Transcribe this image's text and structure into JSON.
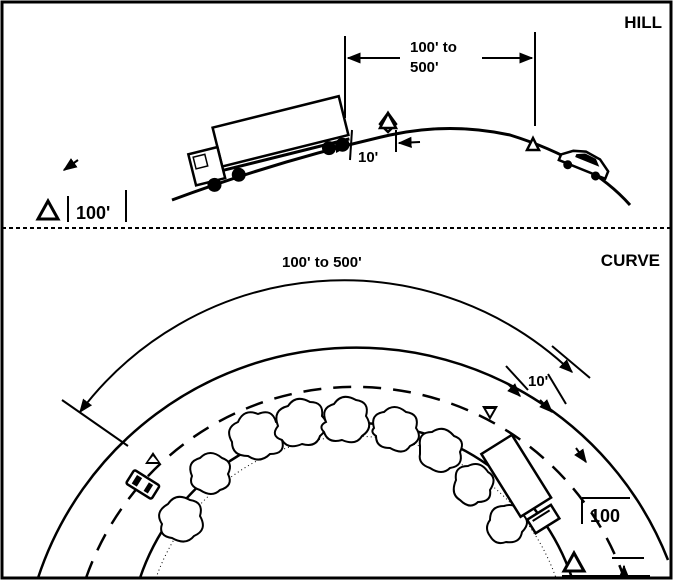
{
  "hill": {
    "title": "HILL",
    "distance_label_line1": "100' to",
    "distance_label_line2": "500'",
    "gap_label": "10'",
    "behind_label": "100'"
  },
  "curve": {
    "title": "CURVE",
    "distance_label": "100' to 500'",
    "gap_label": "10'",
    "behind_label": "100"
  }
}
